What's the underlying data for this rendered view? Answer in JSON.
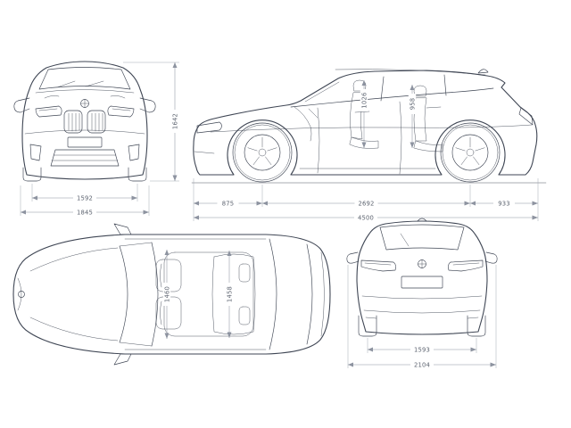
{
  "diagram": {
    "background": "#ffffff",
    "line_color": "#3f4654",
    "dim_line_color": "#8d93a0",
    "label_color": "#5d6470",
    "views": {
      "front": {
        "track_width": "1592",
        "overall_width": "1845",
        "overall_height": "1642"
      },
      "side": {
        "front_overhang": "875",
        "wheelbase": "2692",
        "rear_overhang": "933",
        "overall_length": "4500",
        "front_interior_height": "1026",
        "rear_interior_height": "958"
      },
      "top": {
        "front_interior_width": "1460",
        "rear_interior_width": "1458"
      },
      "rear": {
        "track_width": "1593",
        "width_incl_mirrors": "2104"
      }
    }
  }
}
